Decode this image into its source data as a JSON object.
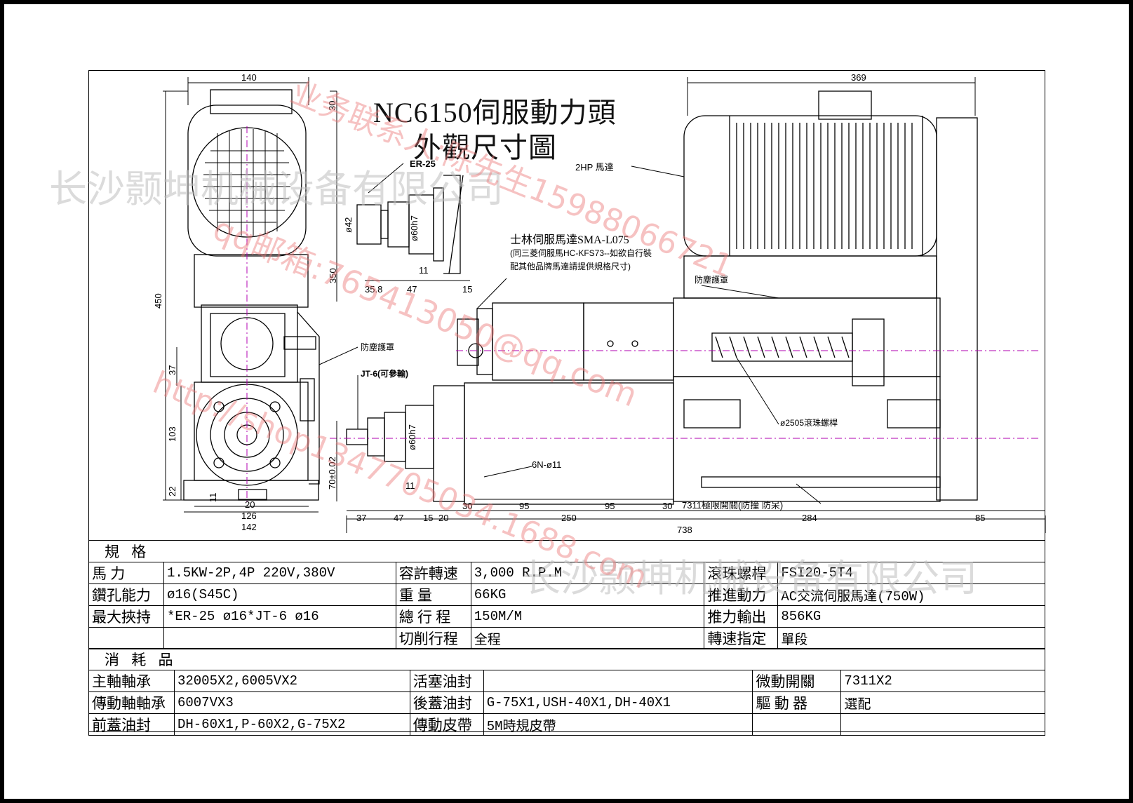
{
  "title": {
    "line1": "NC6150伺服動力頭",
    "line2": "外觀尺寸圖"
  },
  "callouts": {
    "er25": "ER-25",
    "motor_2hp": "2HP  馬達",
    "servo_line1": "士林伺服馬達SMA-L075",
    "servo_line2": "(同三菱伺服馬HC-KFS73--如欲自行裝",
    "servo_line3": "配其他品牌馬達請提供規格尺寸)",
    "dust_cover_left": "防塵護罩",
    "dust_cover_right": "防塵護罩",
    "jt6": "JT-6(可參輸)",
    "ballscrew": "ø2505滾珠螺桿",
    "holes": "6N-ø11",
    "limit_switch": "7311極限開關(防撞 防呆)"
  },
  "dims": {
    "d140": "140",
    "d30": "30",
    "d450": "450",
    "d350": "350",
    "d37": "37",
    "d103": "103",
    "d22": "22",
    "d11a": "11",
    "d20": "20",
    "d126": "126",
    "d142": "142",
    "d70": "70±0.02",
    "d42": "ø42",
    "d60h7a": "ø60h7",
    "d11b": "11",
    "d358": "35.8",
    "d47a": "47",
    "d15a": "15",
    "d60h7b": "ø60h7",
    "d11c": "11",
    "d37b": "37",
    "d47b": "47",
    "d15b": "15",
    "d20b": "20",
    "d30a": "30",
    "d95a": "95",
    "d250": "250",
    "d95b": "95",
    "d30b": "30",
    "d284": "284",
    "d85": "85",
    "d738": "738",
    "d369": "369"
  },
  "spec_table": {
    "header": "規 格",
    "rows": [
      {
        "k1": "馬      力",
        "v1": "1.5KW-2P,4P  220V,380V",
        "k2": "容許轉速",
        "v2": "3,000 R.P.M",
        "k3": "滾珠螺桿",
        "v3": "FSI20-5T4"
      },
      {
        "k1": "鑽孔能力",
        "v1": "ø16(S45C)",
        "k2": "重      量",
        "v2": "66KG",
        "k3": "推進動力",
        "v3": "AC交流伺服馬達(750W)"
      },
      {
        "k1": "最大挾持",
        "v1": "*ER-25 ø16*JT-6 ø16",
        "k2": "總 行 程",
        "v2": "150M/M",
        "k3": "推力輸出",
        "v3": "856KG"
      },
      {
        "k1": "",
        "v1": "",
        "k2": "切削行程",
        "v2": "全程",
        "k3": "轉速指定",
        "v3": "單段"
      }
    ]
  },
  "consumables_table": {
    "header": "消 耗 品",
    "rows": [
      {
        "k1": "主軸軸承",
        "v1": "32005X2,6005VX2",
        "k2": "活塞油封",
        "v2": "",
        "k3": "微動開關",
        "v3": "7311X2"
      },
      {
        "k1": "傳動軸軸承",
        "v1": "6007VX3",
        "k2": "後蓋油封",
        "v2": "G-75X1,USH-40X1,DH-40X1",
        "k3": "驅 動 器",
        "v3": "選配"
      },
      {
        "k1": "前蓋油封",
        "v1": "DH-60X1,P-60X2,G-75X2",
        "k2": "傳動皮帶",
        "v2": "5M時規皮帶",
        "k3": "",
        "v3": ""
      }
    ]
  },
  "watermarks": {
    "company_gray": "长沙颢坤机械设备有限公司",
    "company_gray2": "长沙颢坤机械设备有限公司",
    "contact_red1": "业务联系人:陈先生15988066721",
    "contact_red2": "qq邮箱:765413050@qq.com",
    "contact_red3": "http://shop1347705034.1688.com"
  }
}
